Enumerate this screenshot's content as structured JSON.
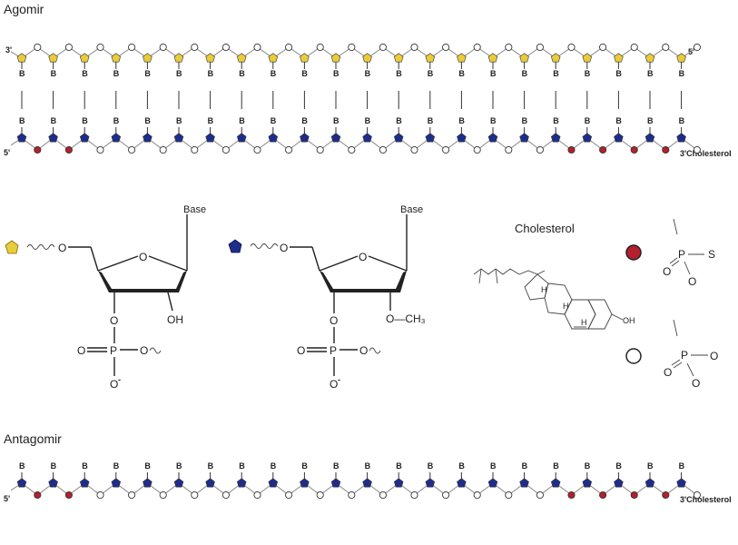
{
  "agomir": {
    "title": "Agomir",
    "sense_left_label": "3'",
    "sense_right_label": "5'",
    "anti_left_label": "5'",
    "anti_right_label": "3'Cholesterol",
    "base_letter": "B",
    "units": 22,
    "sense_color": "#e8cc3a",
    "antisense_color": "#1f2d8a",
    "antisense_red_link_indices": [
      0,
      1,
      17,
      18,
      19,
      20
    ]
  },
  "antagomir": {
    "title": "Antagomir",
    "left_label": "5'",
    "right_label": "3'Cholesterol",
    "base_letter": "B",
    "units": 22,
    "color": "#1f2d8a",
    "red_link_indices": [
      0,
      1,
      17,
      18,
      19,
      20
    ]
  },
  "legend": {
    "rna_base_label": "Base",
    "rna_oh_label": "OH",
    "rna_o_label": "O",
    "rna_ring_o": "O",
    "rna_phosphate_p": "P",
    "rna_phosphate_o_left": "O",
    "rna_phosphate_o_right": "O",
    "rna_phosphate_o_bottom": "O",
    "rna_phosphate_minus": "-",
    "ome_base_label": "Base",
    "ome_o_label": "O",
    "ome_ch3_label": "O—CH₃",
    "ome_ring_o": "O",
    "ome_phosphate_p": "P",
    "ome_phosphate_o_left": "O",
    "ome_phosphate_o_right": "O",
    "ome_phosphate_o_bottom": "O",
    "ome_phosphate_minus": "-",
    "cholesterol_label": "Cholesterol",
    "cholesterol_oh": "OH",
    "cholesterol_h1": "H",
    "cholesterol_h2": "H",
    "cholesterol_h3": "H",
    "ps_p": "P",
    "ps_s": "S",
    "ps_o1": "O",
    "ps_o2": "O",
    "po_p": "P",
    "po_o1": "O",
    "po_o2": "O",
    "po_o3": "O",
    "red_color": "#b51f2e",
    "white_color": "#ffffff"
  }
}
